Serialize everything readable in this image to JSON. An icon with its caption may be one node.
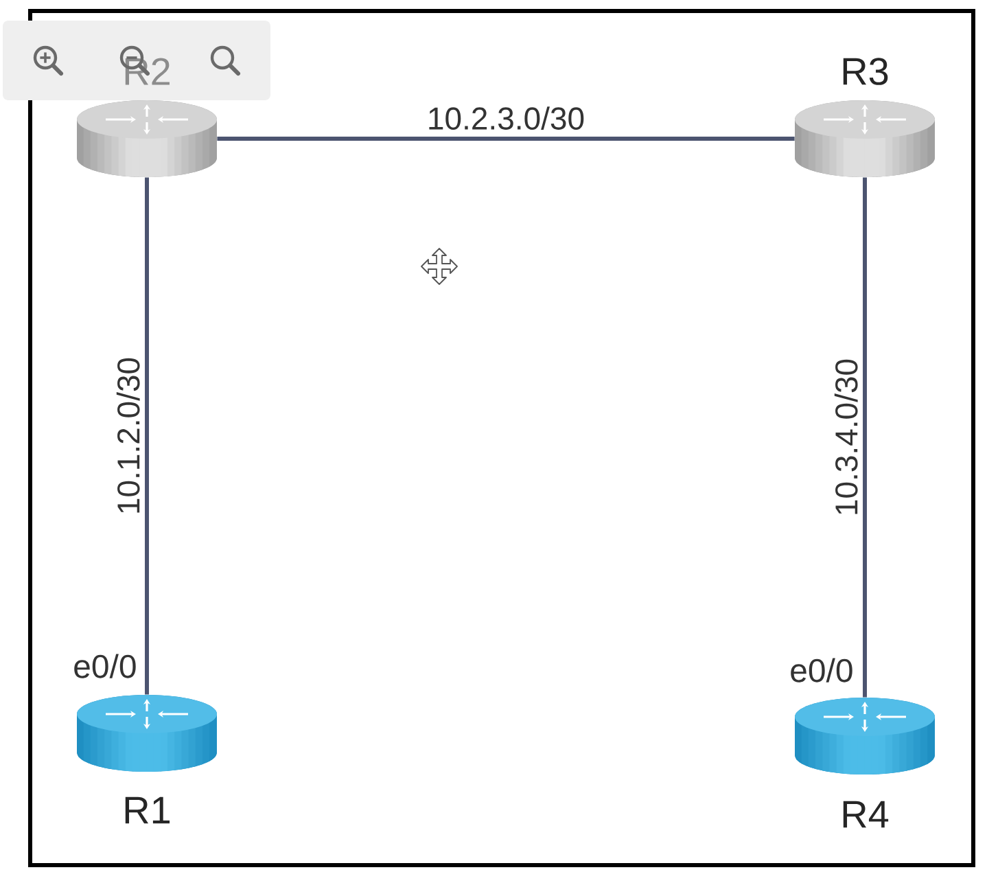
{
  "diagram": {
    "nodes": [
      {
        "text": [
          "R2"
        ]
      },
      {
        "text": [
          "R3"
        ]
      },
      {
        "text": [
          "R1"
        ],
        "beside": [
          "e0/0"
        ]
      },
      {
        "text": [
          "R4"
        ],
        "beside": [
          "e0/0"
        ]
      }
    ],
    "edges": [
      {
        "from": 0,
        "to": 1,
        "arrow": "none",
        "label": "10.2.3.0/30"
      },
      {
        "from": 0,
        "to": 2,
        "arrow": "none",
        "label": "10.1.2.0/30"
      },
      {
        "from": 1,
        "to": 3,
        "arrow": "none",
        "label": "10.3.4.0/30"
      }
    ]
  }
}
